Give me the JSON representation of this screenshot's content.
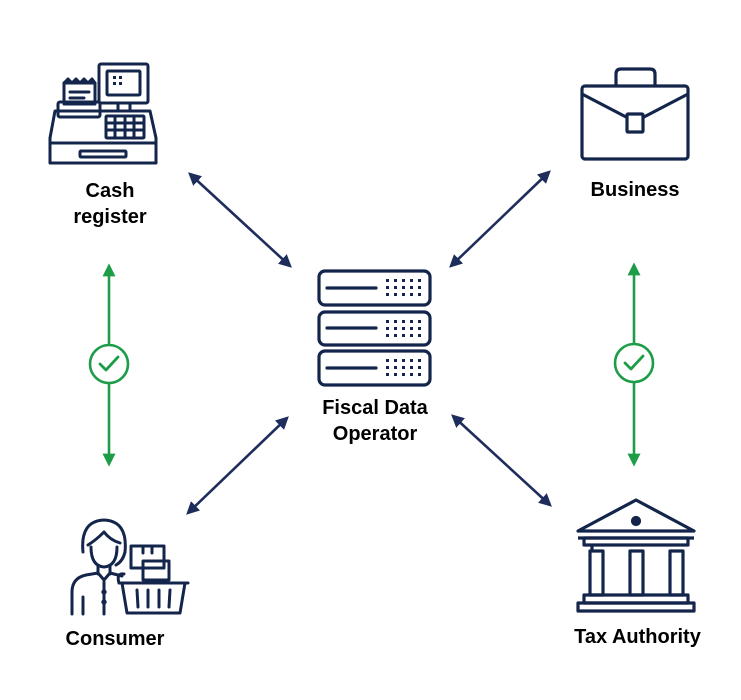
{
  "labels": {
    "cash_register": [
      "Cash",
      "register"
    ],
    "business": "Business",
    "fiscal_data_operator": [
      "Fiscal Data",
      "Operator"
    ],
    "consumer": "Consumer",
    "tax_authority": "Tax Authority"
  },
  "icons": {
    "cash_register": "cash-register-icon",
    "business": "briefcase-icon",
    "fiscal_data_operator": "server-icon",
    "consumer": "shopper-icon",
    "tax_authority": "government-building-icon",
    "check": "check-circle-icon"
  },
  "colors": {
    "icon_navy": "#14254b",
    "arrow_navy": "#1f2d5c",
    "check_green": "#1e9d48",
    "text": "#000000",
    "background": "#ffffff"
  }
}
